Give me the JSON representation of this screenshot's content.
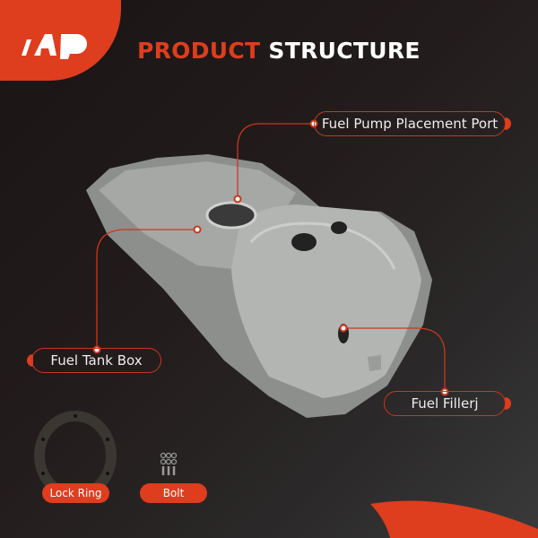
{
  "brand": {
    "logo_text": "A-P",
    "accent": "#de3d1e"
  },
  "title": {
    "part1": "PRODUCT",
    "part2": "STRUCTURE"
  },
  "callouts": {
    "pump_port": "Fuel Pump Placement Port",
    "tank_box": "Fuel Tank Box",
    "filler": "Fuel Fillerj"
  },
  "accessories": [
    {
      "label": "Lock Ring"
    },
    {
      "label": "Bolt"
    }
  ]
}
